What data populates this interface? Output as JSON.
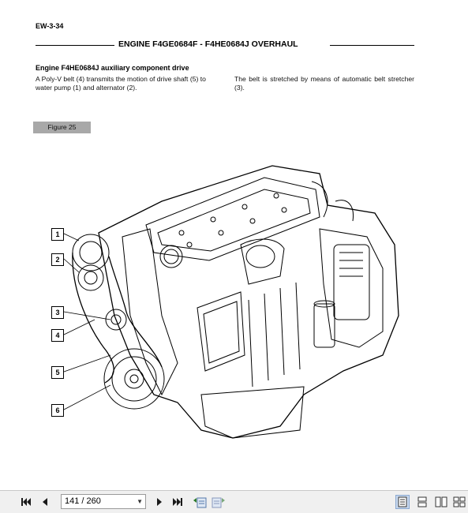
{
  "document": {
    "page_code": "EW-3-34",
    "page_title": "ENGINE F4GE0684F - F4HE0684J OVERHAUL",
    "section_title": "Engine F4HE0684J auxiliary component drive",
    "paragraph_left": "A Poly-V belt (4) transmits the motion of drive shaft (5) to water pump (1) and alternator (2).",
    "paragraph_right": "The belt is stretched by means of automatic belt stretcher (3).",
    "figure_label": "Figure 25",
    "callouts": [
      "1",
      "2",
      "3",
      "4",
      "5",
      "6"
    ]
  },
  "toolbar": {
    "page_indicator": "141 / 260",
    "icons": [
      "first-page-icon",
      "prev-page-icon",
      "next-page-icon",
      "last-page-icon",
      "go-back-icon",
      "go-forward-icon",
      "single-page-view-icon",
      "continuous-view-icon",
      "facing-view-icon",
      "continuous-facing-view-icon"
    ]
  }
}
